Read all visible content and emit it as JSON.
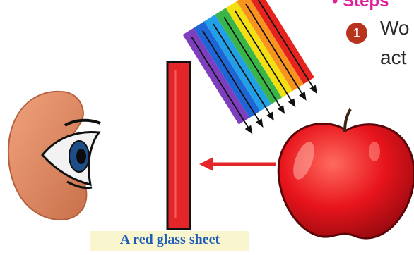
{
  "header": {
    "steps_label": "• Steps",
    "step_number": "1",
    "step_text_line1": "Wo",
    "step_text_line2": "act"
  },
  "diagram": {
    "caption": "A red glass sheet",
    "rainbow_colors": [
      "#7e3fbf",
      "#1e66d6",
      "#21a0e8",
      "#39b54a",
      "#f3e012",
      "#f7931e",
      "#e5231f"
    ]
  }
}
